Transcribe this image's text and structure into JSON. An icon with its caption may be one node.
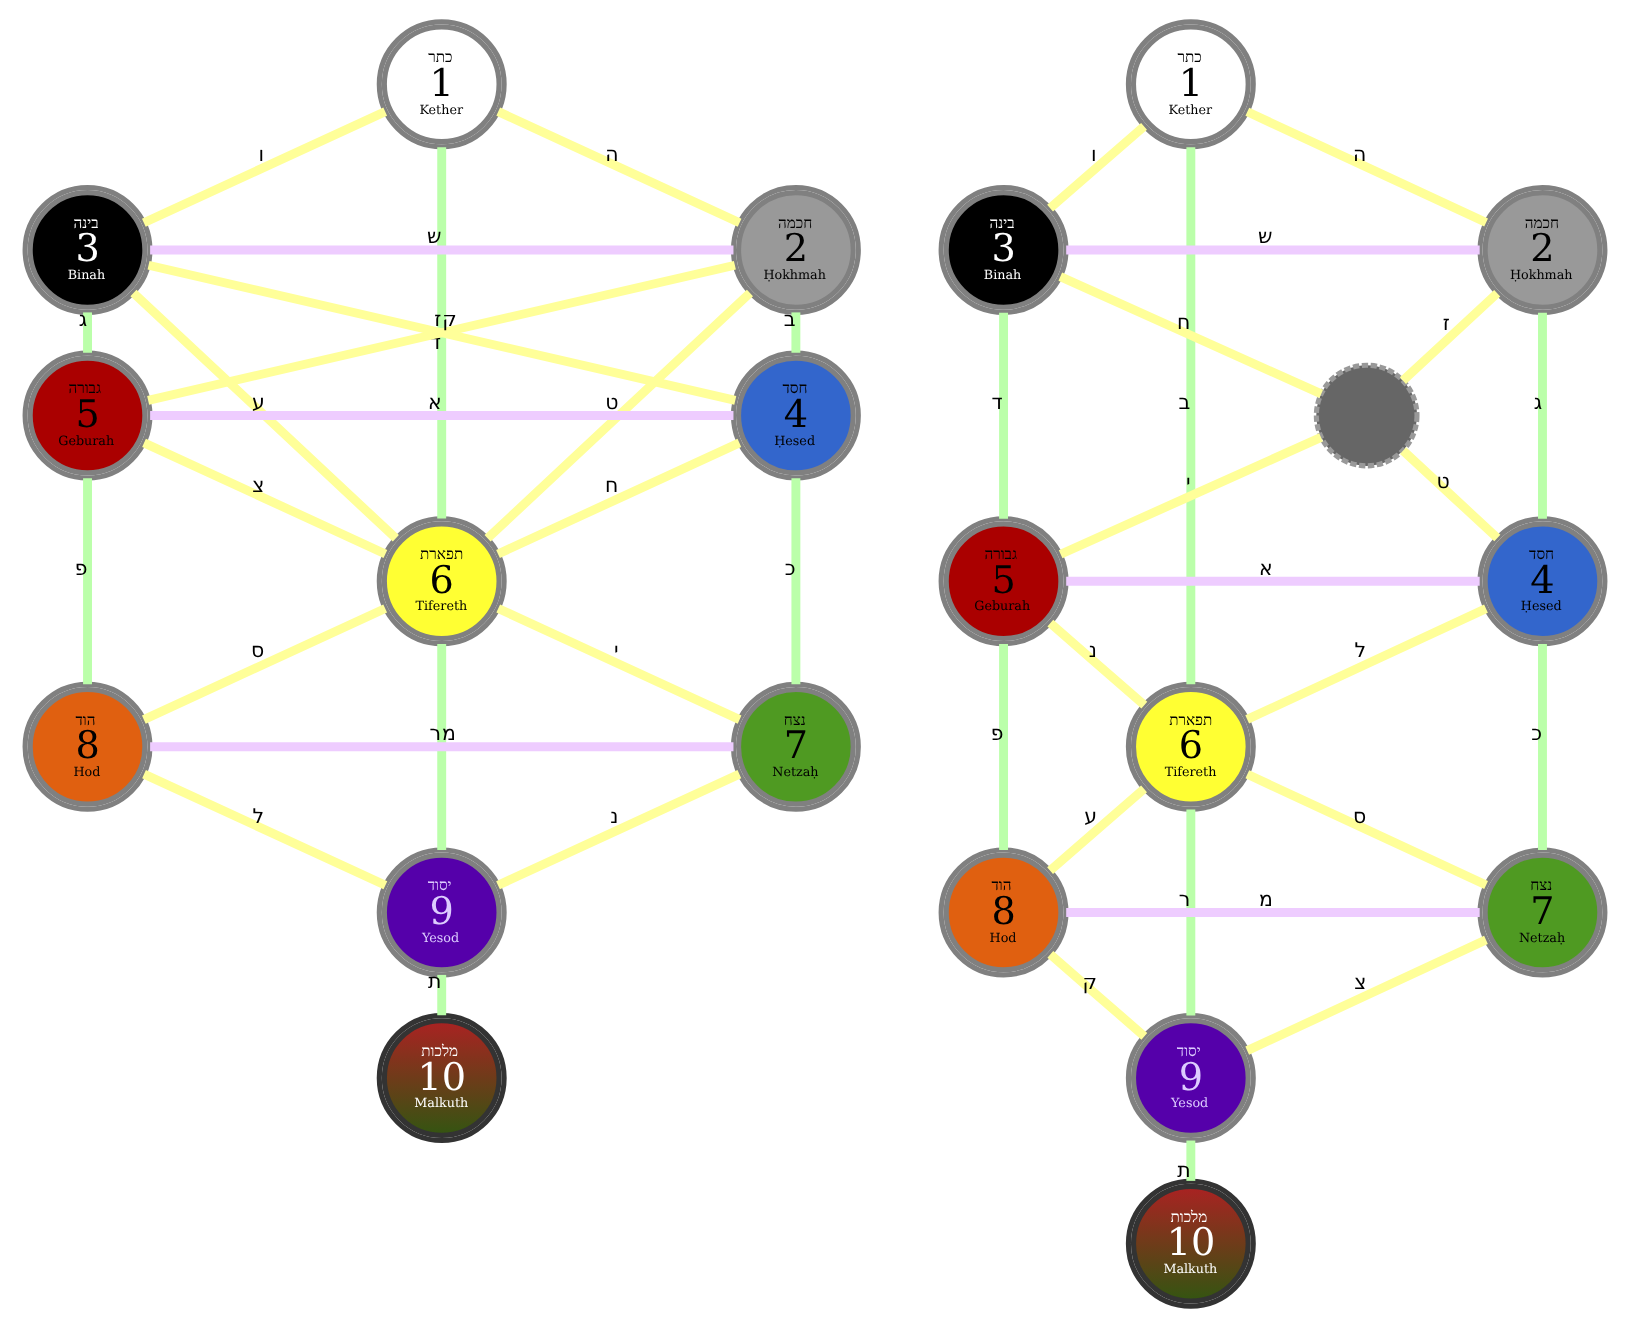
{
  "diagram": {
    "nodes": [
      {
        "text": [
          "כתר",
          "1",
          "Kether"
        ]
      },
      {
        "text": [
          "חכמה",
          "2",
          "Ḥokhmah"
        ]
      },
      {
        "text": [
          "בינה",
          "3",
          "Binah"
        ]
      },
      {
        "text": [
          "חסד",
          "4",
          "Ḥesed"
        ]
      },
      {
        "text": [
          "גבורה",
          "5",
          "Geburah"
        ]
      },
      {
        "text": [
          "תפארת",
          "6",
          "Tifereth"
        ]
      },
      {
        "text": [
          "נצח",
          "7",
          "Netzaḥ"
        ]
      },
      {
        "text": [
          "הוד",
          "8",
          "Hod"
        ]
      },
      {
        "text": [
          "יסוד",
          "9",
          "Yesod"
        ]
      },
      {
        "text": [
          "מלכות",
          "10",
          "Malkuth"
        ]
      },
      {
        "text": [
          "כתר",
          "1",
          "Kether"
        ]
      },
      {
        "text": [
          "חכמה",
          "2",
          "Ḥokhmah"
        ]
      },
      {
        "text": [
          "בינה",
          "3",
          "Binah"
        ]
      },
      {
        "text": [
          "חסד",
          "4",
          "Ḥesed"
        ]
      },
      {
        "text": [
          "גבורה",
          "5",
          "Geburah"
        ]
      },
      {
        "text": [
          "תפארת",
          "6",
          "Tifereth"
        ]
      },
      {
        "text": [
          "נצח",
          "7",
          "Netzaḥ"
        ]
      },
      {
        "text": [
          "הוד",
          "8",
          "Hod"
        ]
      },
      {
        "text": [
          "יסוד",
          "9",
          "Yesod"
        ]
      },
      {
        "text": [
          "מלכות",
          "10",
          "Malkuth"
        ]
      },
      {
        "text": [],
        "shape": "circle"
      }
    ],
    "edges": [
      {
        "from": 0,
        "to": 2,
        "arrow": "none",
        "label": "ו"
      },
      {
        "from": 0,
        "to": 1,
        "arrow": "none",
        "label": "ה"
      },
      {
        "from": 0,
        "to": 5,
        "arrow": "none",
        "label": "ד",
        "color": "#bbffaa"
      },
      {
        "from": 2,
        "to": 1,
        "arrow": "none",
        "label": "ש",
        "color": "#eeccff"
      },
      {
        "from": 2,
        "to": 4,
        "arrow": "none",
        "label": "ג",
        "color": "#bbffaa"
      },
      {
        "from": 1,
        "to": 3,
        "arrow": "none",
        "label": "ב",
        "color": "#bbffaa"
      },
      {
        "from": 2,
        "to": 3,
        "arrow": "none",
        "label": "ק"
      },
      {
        "from": 1,
        "to": 4,
        "arrow": "none",
        "label": "ז"
      },
      {
        "from": 2,
        "to": 5,
        "arrow": "none",
        "label": "ע"
      },
      {
        "from": 1,
        "to": 5,
        "arrow": "none",
        "label": "ט"
      },
      {
        "from": 4,
        "to": 3,
        "arrow": "none",
        "label": "א",
        "color": "#eeccff"
      },
      {
        "from": 4,
        "to": 5,
        "arrow": "none",
        "label": "צ"
      },
      {
        "from": 3,
        "to": 5,
        "arrow": "none",
        "label": "ח"
      },
      {
        "from": 4,
        "to": 7,
        "arrow": "none",
        "label": "פ",
        "color": "#bbffaa"
      },
      {
        "from": 3,
        "to": 6,
        "arrow": "none",
        "label": "כ",
        "color": "#bbffaa"
      },
      {
        "from": 5,
        "to": 7,
        "arrow": "none",
        "label": "ס"
      },
      {
        "from": 5,
        "to": 6,
        "arrow": "none",
        "label": "י"
      },
      {
        "from": 7,
        "to": 6,
        "arrow": "none",
        "label": "מ",
        "color": "#eeccff"
      },
      {
        "from": 5,
        "to": 8,
        "arrow": "none",
        "label": "ר",
        "color": "#bbffaa"
      },
      {
        "from": 7,
        "to": 8,
        "arrow": "none",
        "label": "ל"
      },
      {
        "from": 6,
        "to": 8,
        "arrow": "none",
        "label": "נ"
      },
      {
        "from": 8,
        "to": 9,
        "arrow": "none",
        "label": "ת",
        "color": "#bbffaa"
      },
      {
        "from": 10,
        "to": 12,
        "arrow": "none",
        "label": "ו"
      },
      {
        "from": 10,
        "to": 11,
        "arrow": "none",
        "label": "ה"
      },
      {
        "from": 10,
        "to": 15,
        "arrow": "none",
        "label": "ב",
        "color": "#bbffaa"
      },
      {
        "from": 12,
        "to": 11,
        "arrow": "none",
        "label": "ש",
        "color": "#eeccff"
      },
      {
        "from": 12,
        "to": 14,
        "arrow": "none",
        "label": "ד",
        "color": "#bbffaa"
      },
      {
        "from": 11,
        "to": 13,
        "arrow": "none",
        "label": "ג",
        "color": "#bbffaa"
      },
      {
        "from": 12,
        "to": 20,
        "arrow": "none",
        "label": "ח"
      },
      {
        "from": 11,
        "to": 20,
        "arrow": "none",
        "label": "ז"
      },
      {
        "from": 20,
        "to": 14,
        "arrow": "none",
        "label": "י"
      },
      {
        "from": 20,
        "to": 13,
        "arrow": "none",
        "label": "ט"
      },
      {
        "from": 14,
        "to": 13,
        "arrow": "none",
        "label": "א",
        "color": "#eeccff"
      },
      {
        "from": 14,
        "to": 15,
        "arrow": "none",
        "label": "נ"
      },
      {
        "from": 13,
        "to": 15,
        "arrow": "none",
        "label": "ל"
      },
      {
        "from": 14,
        "to": 17,
        "arrow": "none",
        "label": "פ",
        "color": "#bbffaa"
      },
      {
        "from": 13,
        "to": 16,
        "arrow": "none",
        "label": "כ",
        "color": "#bbffaa"
      },
      {
        "from": 15,
        "to": 17,
        "arrow": "none",
        "label": "ע"
      },
      {
        "from": 15,
        "to": 16,
        "arrow": "none",
        "label": "ס"
      },
      {
        "from": 17,
        "to": 16,
        "arrow": "none",
        "label": "מ",
        "color": "#eeccff"
      },
      {
        "from": 15,
        "to": 18,
        "arrow": "none",
        "label": "ר",
        "color": "#bbffaa"
      },
      {
        "from": 17,
        "to": 18,
        "arrow": "none",
        "label": "ק"
      },
      {
        "from": 16,
        "to": 18,
        "arrow": "none",
        "label": "צ"
      },
      {
        "from": 18,
        "to": 19,
        "arrow": "none",
        "label": "ת",
        "color": "#bbffaa"
      }
    ]
  }
}
